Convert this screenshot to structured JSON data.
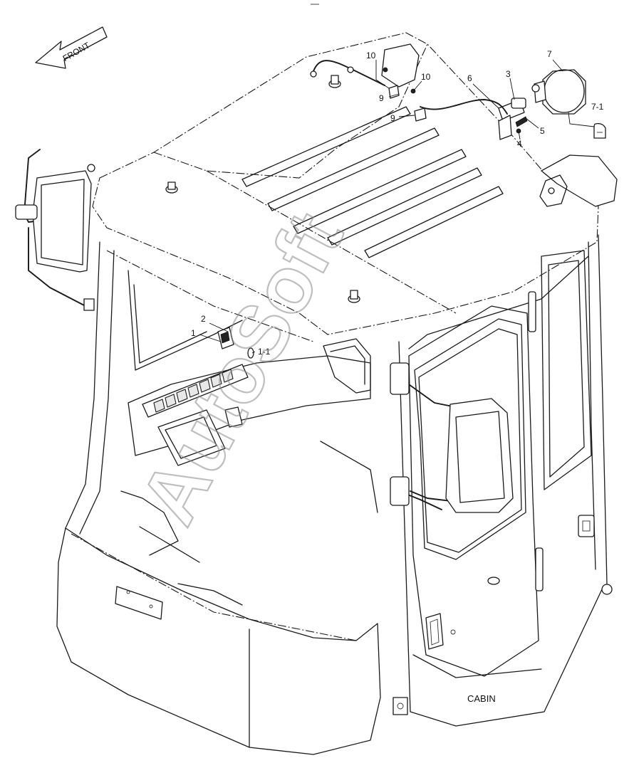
{
  "diagram": {
    "direction_label": "FRONT",
    "caption": "CABIN",
    "watermark": "AutoSoft",
    "callouts": {
      "c1": "1",
      "c1_1": "1-1",
      "c2": "2",
      "c3": "3",
      "c4": "4",
      "c5": "5",
      "c6": "6",
      "c7": "7",
      "c7_1": "7-1",
      "c9a": "9",
      "c9b": "9",
      "c10a": "10",
      "c10b": "10"
    }
  }
}
